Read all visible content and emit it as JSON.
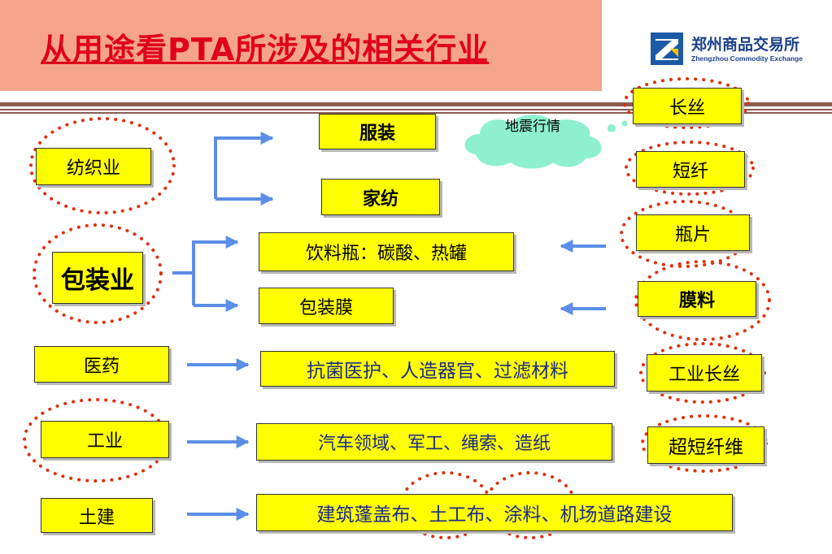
{
  "title": "从用途看PTA所涉及的相关行业",
  "logo": {
    "name_cn": "郑州商品交易所",
    "name_en": "Zhengzhou Commodity Exchange"
  },
  "industries": [
    "纺织业",
    "包装业",
    "医药",
    "工业",
    "土建"
  ],
  "textile_uses": [
    "服装",
    "家纺"
  ],
  "packaging_uses": [
    "饮料瓶：碳酸、热罐",
    "包装膜"
  ],
  "medical_use": "抗菌医护、人造器官、过滤材料",
  "industrial_use": "汽车领域、军工、绳索、造纸",
  "construction_use": {
    "part1": "建筑蓬盖布、",
    "part2": "土工布",
    "part3": "、",
    "part4": "涂料",
    "part5": "、",
    "part6": "机场道路建设"
  },
  "cloud_note": "地震行情",
  "products": [
    "长丝",
    "短纤",
    "瓶片",
    "膜料",
    "工业长丝",
    "超短纤维"
  ],
  "colors": {
    "header": "#f4a48a",
    "title": "#e0001b",
    "box": "#ffff00",
    "arrow": "#5b8ee6",
    "dots": "#e03010",
    "cloud": "#8ff0d0"
  }
}
